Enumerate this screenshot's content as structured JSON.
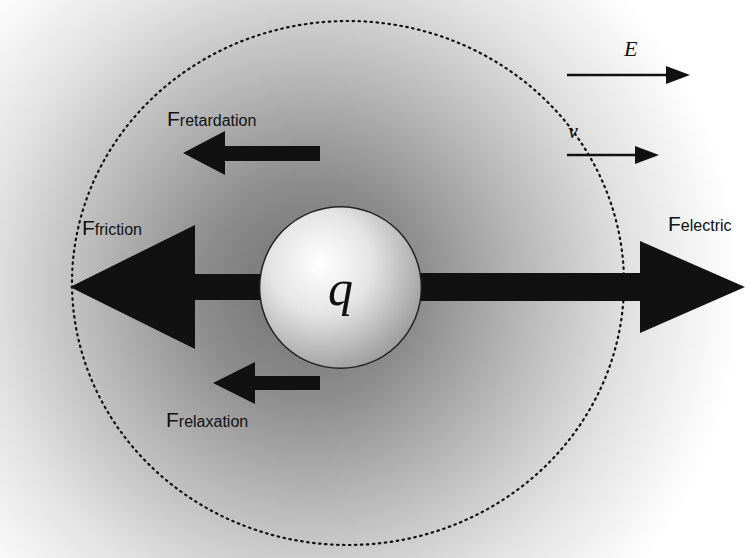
{
  "diagram": {
    "nodes": [
      {
        "text": [
          "q"
        ]
      }
    ],
    "labels": [
      "E",
      "v",
      "Fretardation",
      "Ffriction",
      "Frelaxation",
      "Felectric"
    ]
  }
}
